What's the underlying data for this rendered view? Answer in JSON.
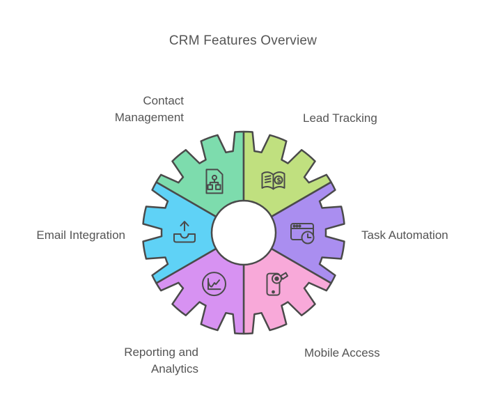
{
  "title": "CRM Features Overview",
  "colors": {
    "background": "#FFFFFF",
    "outline": "#4A4A4A",
    "label_text": "#545454",
    "title_text": "#555555",
    "center_hub": "#FFFFFF"
  },
  "icons": {
    "dollar_glyph": "$"
  },
  "segments": [
    {
      "id": "contact-management",
      "label": "Contact Management",
      "color": "#7DDCAD",
      "icon": "org-chart-document-icon"
    },
    {
      "id": "lead-tracking",
      "label": "Lead Tracking",
      "color": "#C0E07F",
      "icon": "book-dollar-icon"
    },
    {
      "id": "task-automation",
      "label": "Task Automation",
      "color": "#AA8EF0",
      "icon": "window-clock-icon"
    },
    {
      "id": "mobile-access",
      "label": "Mobile Access",
      "color": "#F8A9D9",
      "icon": "phone-key-icon"
    },
    {
      "id": "reporting-and-analytics",
      "label": "Reporting and Analytics",
      "color": "#D792F2",
      "icon": "line-chart-circle-icon"
    },
    {
      "id": "email-integration",
      "label": "Email Integration",
      "color": "#5FD2F6",
      "icon": "outbox-arrow-icon"
    }
  ]
}
